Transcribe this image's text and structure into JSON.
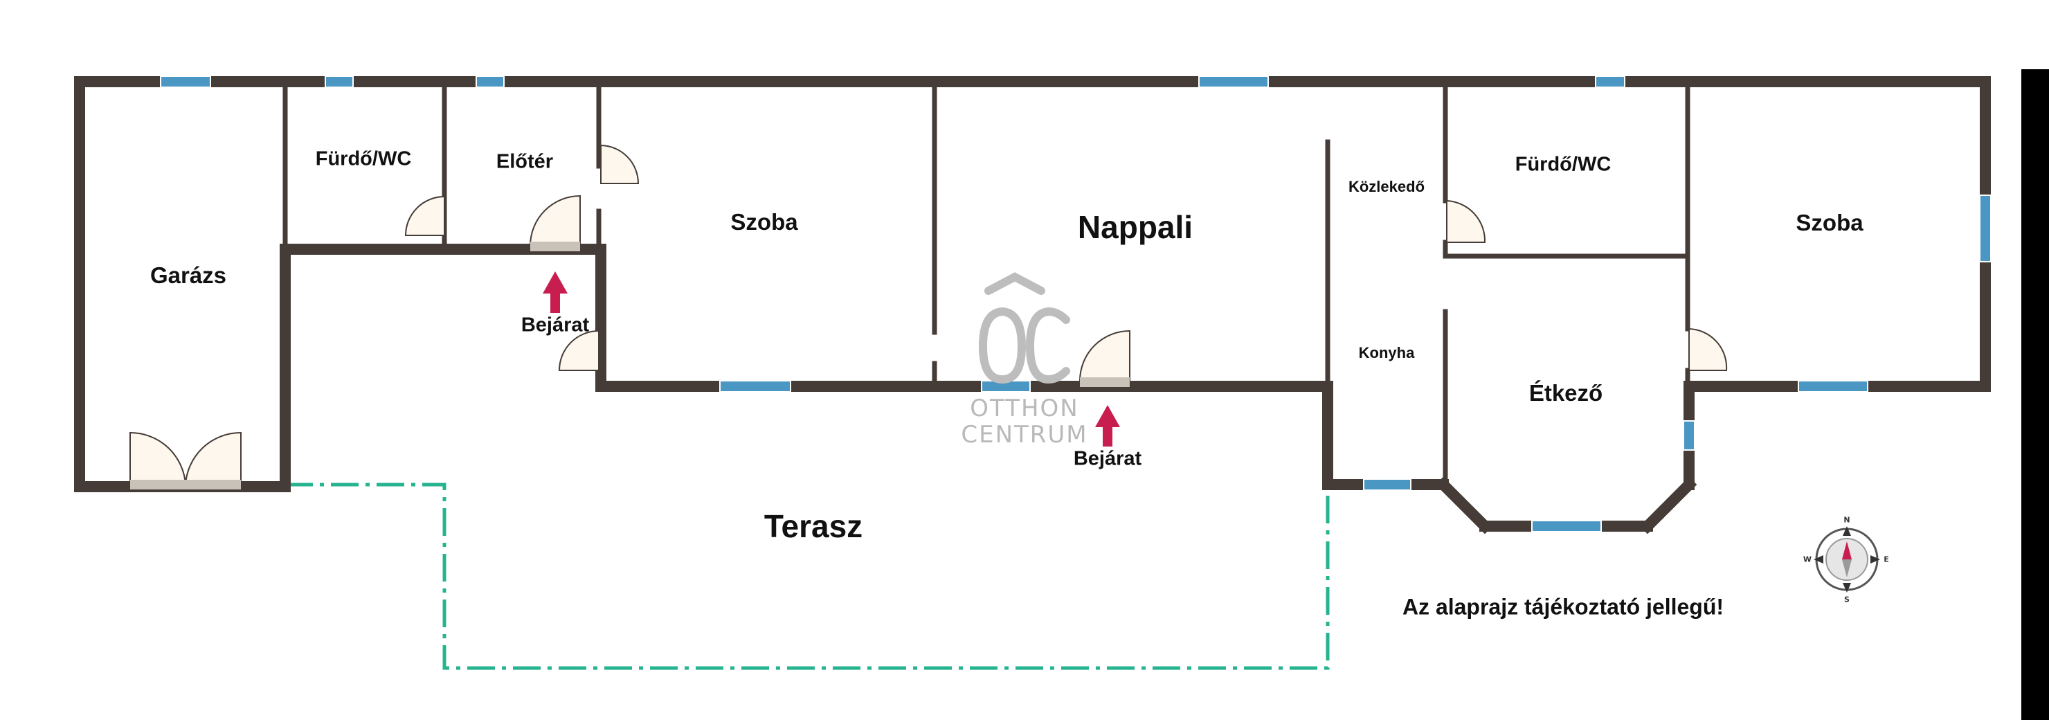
{
  "rooms": {
    "garazs": "Garázs",
    "furdo_wc_1": "Fürdő/WC",
    "eloter": "Előtér",
    "szoba_1": "Szoba",
    "nappali": "Nappali",
    "kozlekedo": "Közlekedő",
    "furdo_wc_2": "Fürdő/WC",
    "szoba_2": "Szoba",
    "konyha": "Konyha",
    "etkezo": "Étkező",
    "terasz": "Terasz"
  },
  "entrances": {
    "left": "Bejárat",
    "center": "Bejárat"
  },
  "watermark": {
    "logo": "ÔC",
    "line1": "OTTHON",
    "line2": "CENTRUM"
  },
  "disclaimer": "Az alaprajz tájékoztató jellegű!",
  "compass": {
    "n": "N",
    "e": "E",
    "s": "S",
    "w": "W"
  },
  "colors": {
    "wall": "#453b37",
    "window": "#4b97c3",
    "terrace_outline": "#26b38f",
    "door_fill": "#fdf7ee",
    "entrance_arrow": "#c81e4f",
    "watermark": "#bdbdbd"
  }
}
